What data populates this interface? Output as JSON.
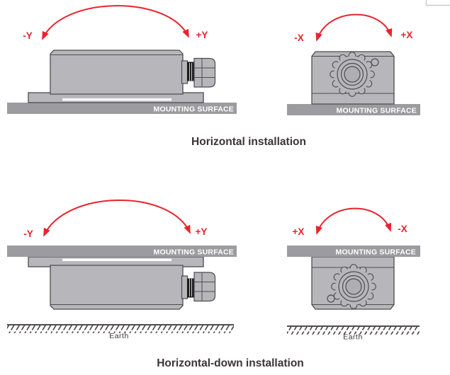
{
  "colors": {
    "arrow_red": "#e8232d",
    "device_fill": "#b7b7bb",
    "device_fill_inner": "#aeaeb3",
    "device_stroke": "#4c4c52",
    "thread_black": "#1b1b1d",
    "bar_fill": "#9c9ca0",
    "bar_text": "#ffffff",
    "text_dark": "#3a3537",
    "page_border_gray": "#c9c9c9"
  },
  "icons": {
    "rotation_arrow": "curved-double-headed-arrow",
    "ground_symbol": "earth-hatch-line",
    "cable_gland": "cable-gland"
  },
  "diagrams": {
    "horizontal": {
      "caption": "Horizontal installation",
      "side": {
        "left_label": "-Y",
        "right_label": "+Y",
        "surface": "MOUNTING SURFACE"
      },
      "end": {
        "left_label": "-X",
        "right_label": "+X",
        "surface": "MOUNTING SURFACE"
      }
    },
    "horizontal_down": {
      "caption": "Horizontal-down installation",
      "side": {
        "left_label": "-Y",
        "right_label": "+Y",
        "surface": "MOUNTING SURFACE",
        "ground": "Earth"
      },
      "end": {
        "left_label": "+X",
        "right_label": "-X",
        "surface": "MOUNTING SURFACE",
        "ground": "Earth"
      }
    }
  }
}
